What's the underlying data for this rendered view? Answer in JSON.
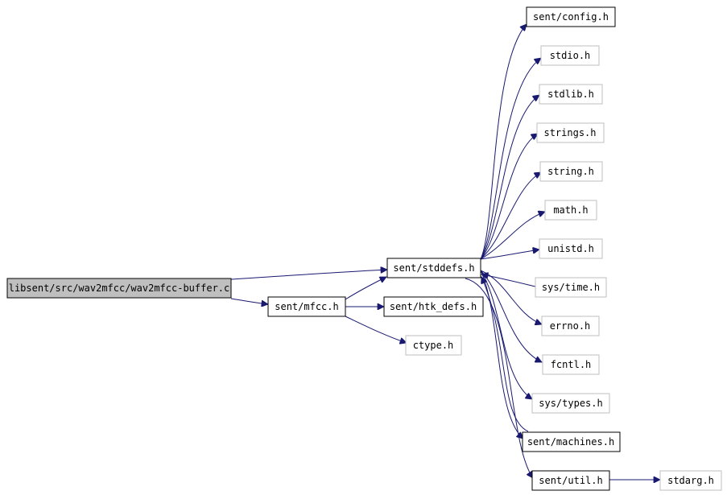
{
  "diagram": {
    "nodes": {
      "root": "libsent/src/wav2mfcc/wav2mfcc-buffer.c",
      "stddefs": "sent/stddefs.h",
      "mfcc": "sent/mfcc.h",
      "htk_defs": "sent/htk_defs.h",
      "ctype": "ctype.h",
      "config": "sent/config.h",
      "stdio": "stdio.h",
      "stdlib": "stdlib.h",
      "strings": "strings.h",
      "string": "string.h",
      "math": "math.h",
      "unistd": "unistd.h",
      "systime": "sys/time.h",
      "errno": "errno.h",
      "fcntl": "fcntl.h",
      "systypes": "sys/types.h",
      "machines": "sent/machines.h",
      "util": "sent/util.h",
      "stdarg": "stdarg.h"
    },
    "colors": {
      "edge": "#191970",
      "root_fill": "#bfbfbf",
      "documented_border": "#000000",
      "undocumented_border": "#bfbfbf"
    }
  }
}
